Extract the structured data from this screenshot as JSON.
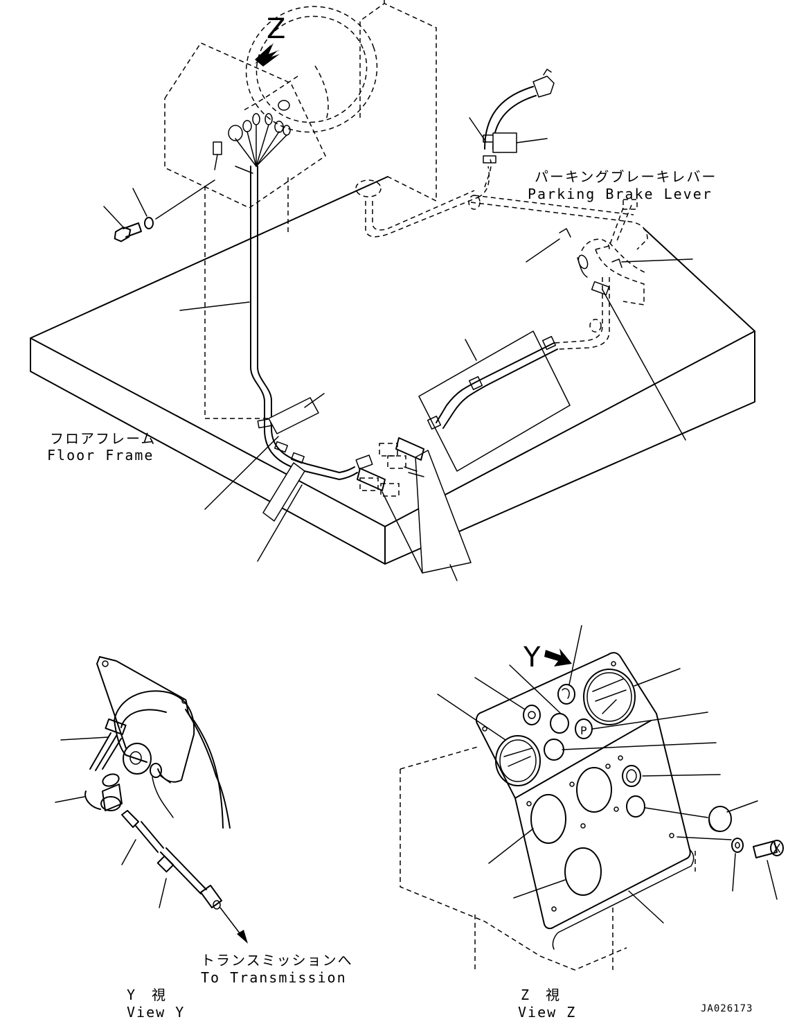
{
  "view_marks": {
    "z": "Z",
    "y": "Y"
  },
  "labels": {
    "parking_brake_jp": "パーキングブレーキレバー",
    "parking_brake_en": "Parking Brake Lever",
    "floor_frame_jp": "フロアフレーム",
    "floor_frame_en": "Floor Frame",
    "to_transmission_jp": "トランスミッションへ",
    "to_transmission_en": "To Transmission",
    "view_y_jp": "Y　視",
    "view_y_en": "View Y",
    "view_z_jp": "Z　視",
    "view_z_en": "View Z"
  },
  "drawing_code": "JA026173"
}
